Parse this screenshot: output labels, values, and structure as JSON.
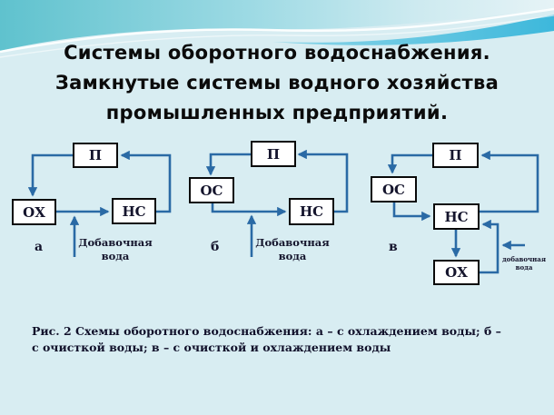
{
  "title": {
    "lines": [
      "Системы оборотного водоснабжения.",
      "Замкнутые системы водного хозяйства",
      "промышленных предприятий."
    ]
  },
  "diagrams": [
    {
      "letter": "а",
      "boxes": [
        {
          "label": "П"
        },
        {
          "label": "ОХ"
        },
        {
          "label": "НС"
        }
      ],
      "makeup_water_lines": [
        "Добавочная",
        "вода"
      ]
    },
    {
      "letter": "б",
      "boxes": [
        {
          "label": "П"
        },
        {
          "label": "ОС"
        },
        {
          "label": "НС"
        }
      ],
      "makeup_water_lines": [
        "Добавочная",
        "вода"
      ]
    },
    {
      "letter": "в",
      "boxes": [
        {
          "label": "П"
        },
        {
          "label": "ОС"
        },
        {
          "label": "НС"
        },
        {
          "label": "ОХ"
        }
      ],
      "makeup_water_lines": [
        "добавочная",
        "вода"
      ]
    }
  ],
  "caption": {
    "lines": [
      "Рис. 2 Схемы оборотного водоснабжения: а – с охлаждением воды; б –",
      "с очисткой воды; в – с очисткой и охлаждением воды"
    ]
  },
  "colors": {
    "background": "#d8edf2",
    "arrow": "#2a6aa5",
    "box_border": "#0a0a0a",
    "box_fill": "#ffffff",
    "banner_teal": "#5fc2ce",
    "banner_cyan": "#35b5da"
  }
}
